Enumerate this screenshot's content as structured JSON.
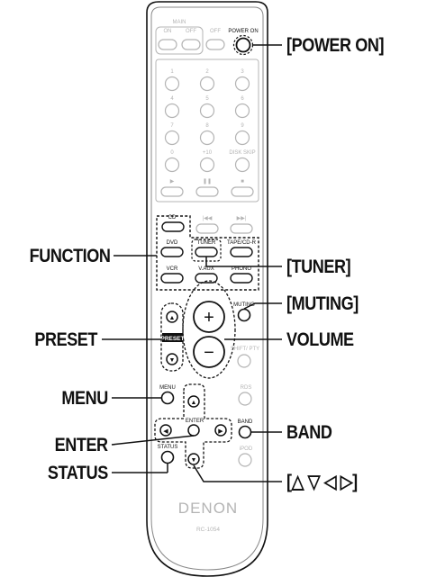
{
  "remote": {
    "main_group": "MAIN",
    "main_on": "ON",
    "main_off": "OFF",
    "off_label": "OFF",
    "power_on": "POWER ON",
    "keys": [
      "1",
      "2",
      "3",
      "4",
      "5",
      "6",
      "7",
      "8",
      "9",
      "0",
      "+10",
      "DISK SKIP"
    ],
    "transport": [
      "play-icon",
      "pause-icon",
      "stop-icon"
    ],
    "cd": "CD",
    "skip_back": "skip-back-icon",
    "skip_forward": "skip-forward-icon",
    "dvd": "DVD",
    "tuner": "TUNER",
    "tape_cdr": "TAPE/CD-R",
    "vcr": "VCR",
    "vaux": "V.AUX",
    "phono": "PHONO",
    "muting": "MUTING",
    "preset": "PRESET",
    "vol_plus": "+",
    "vol_minus": "−",
    "shift_pty": "SHIFT/ PTY",
    "menu": "MENU",
    "rds": "RDS",
    "band": "BAND",
    "enter": "ENTER",
    "status": "STATUS",
    "ipod": "iPOD",
    "brand": "DENON",
    "model": "RC-1054"
  },
  "callouts": {
    "power_on": "[POWER ON]",
    "function": "FUNCTION",
    "tuner": "[TUNER]",
    "muting": "[MUTING]",
    "preset": "PRESET",
    "volume": "VOLUME",
    "menu": "MENU",
    "band": "BAND",
    "enter": "ENTER",
    "status": "STATUS",
    "arrows": "[△ ▽ ◁ ▷]"
  },
  "colors": {
    "faded": "#b4b4b4",
    "active": "#111111",
    "body": "#ffffff"
  }
}
